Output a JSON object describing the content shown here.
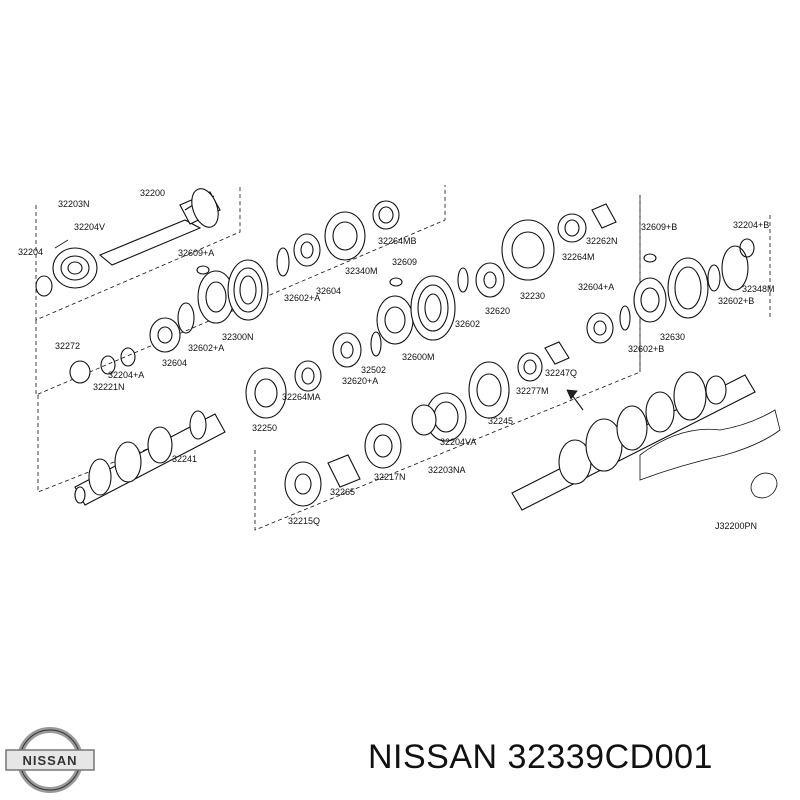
{
  "diagram": {
    "part_labels": [
      "32200",
      "32203N",
      "32204V",
      "32204",
      "32609+A",
      "32264MB",
      "32340M",
      "32604",
      "32602+A",
      "32300N",
      "32604",
      "32602+A",
      "32272",
      "32221N",
      "32204+A",
      "32609",
      "32264M",
      "32262N",
      "32609+B",
      "32204+B",
      "32230",
      "32620",
      "32602",
      "32600M",
      "32502",
      "32620+A",
      "32264MA",
      "32604+A",
      "32630",
      "32602+B",
      "32348M",
      "32602+B",
      "32247Q",
      "32277M",
      "32245",
      "32250",
      "32241",
      "32204VA",
      "32203NA",
      "32217N",
      "32265",
      "32215Q",
      "J32200PN"
    ]
  },
  "brand": {
    "logo_text": "NISSAN",
    "caption": "NISSAN 32339CD001"
  }
}
